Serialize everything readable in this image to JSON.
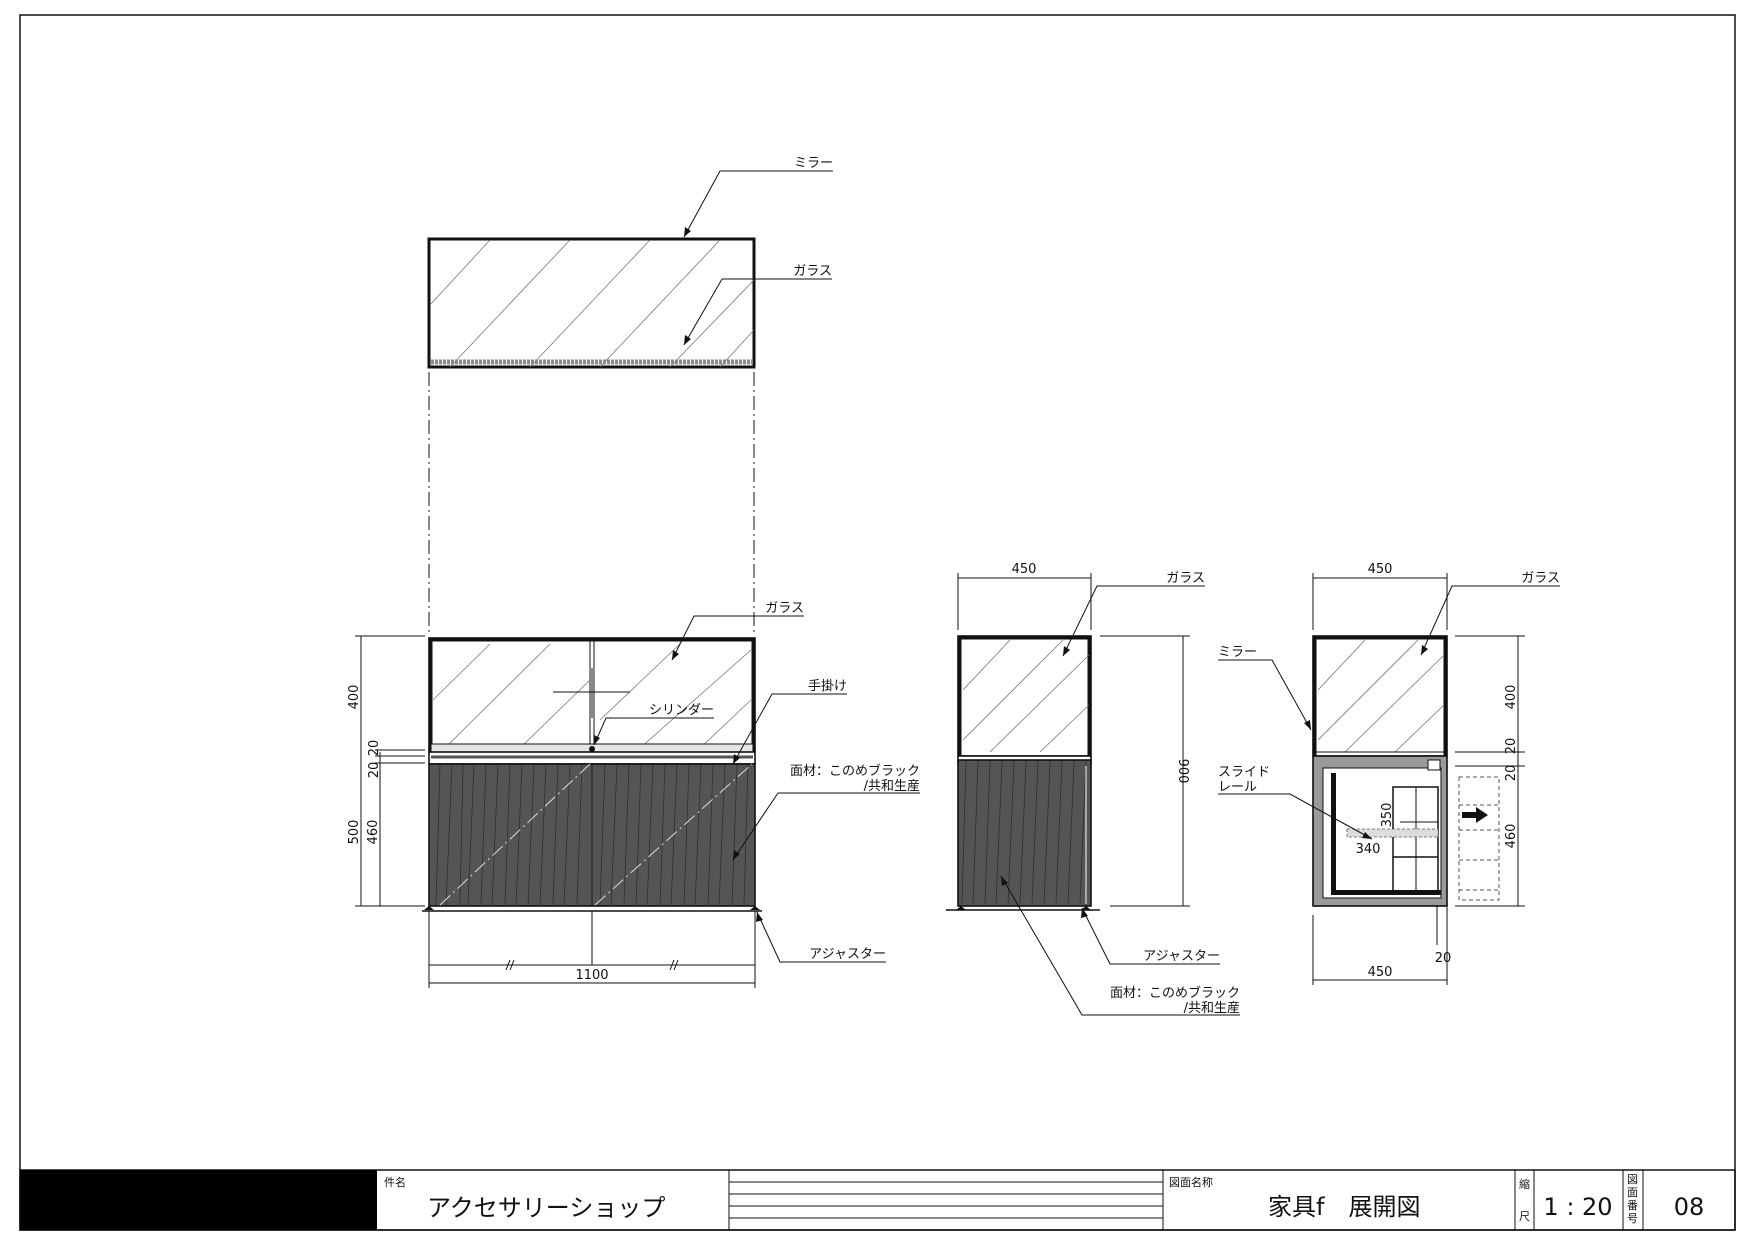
{
  "labels": {
    "mirror": "ミラー",
    "glass": "ガラス",
    "cylinder": "シリンダー",
    "handle": "手掛け",
    "finish_line1": "面材：このめブラック",
    "finish_line2": "/共和生産",
    "adjuster": "アジャスター",
    "slide_rail_line1": "スライド",
    "slide_rail_line2": "レール"
  },
  "dimensions": {
    "front_width": "1100",
    "front_upper_height": "400",
    "front_gap1": "20",
    "front_gap2": "20",
    "front_lower_total": "500",
    "front_lower": "460",
    "side_width": "450",
    "side_height": "900",
    "section_width_top": "450",
    "section_width_bottom": "450",
    "section_upper": "400",
    "section_gap1": "20",
    "section_gap2": "20",
    "section_lower": "460",
    "section_foot": "20",
    "drawer_height": "350",
    "drawer_depth": "340"
  },
  "title_block": {
    "project_caption": "件名",
    "project_name": "アクセサリーショップ",
    "drawing_caption": "図面名称",
    "drawing_name": "家具f　展開図",
    "scale_caption_1": "縮",
    "scale_caption_2": "尺",
    "scale_value": "1 : 20",
    "number_caption_1": "図",
    "number_caption_2": "面",
    "number_caption_3": "番",
    "number_caption_4": "号",
    "number_value": "08"
  },
  "colors": {
    "wood": "#555555",
    "wood_grain": "#2a2a2a",
    "frame": "#111111",
    "drawer_fill": "#9a9a9a",
    "title_block_black": "#000000"
  }
}
